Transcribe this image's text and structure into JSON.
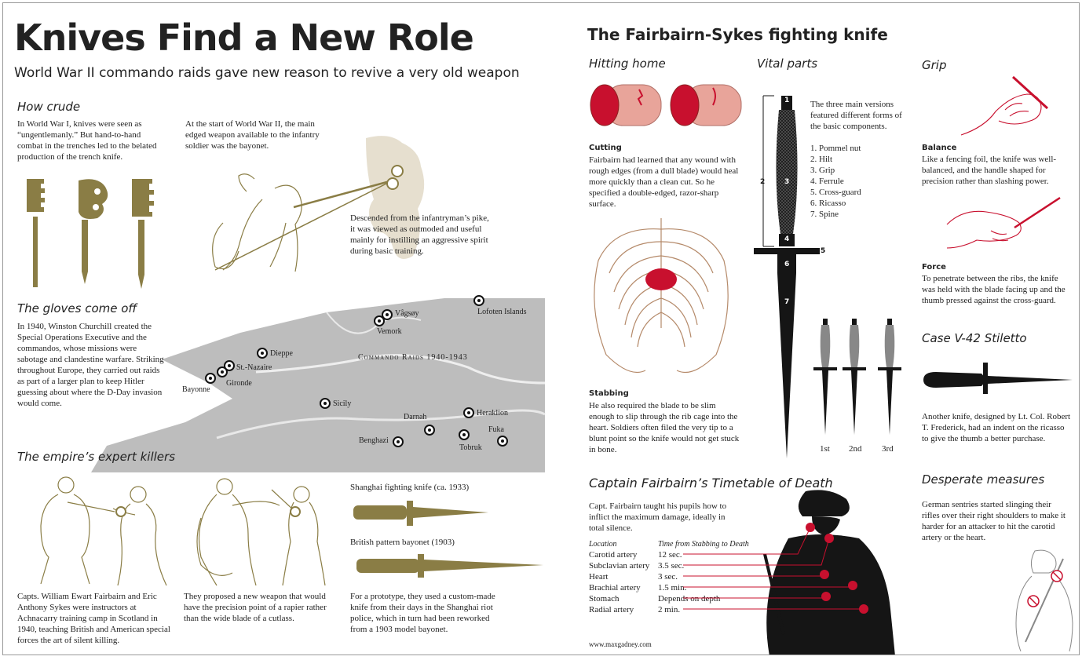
{
  "header": {
    "title": "Knives Find a New Role",
    "subtitle": "World War II commando raids gave new reason to revive a very old weapon"
  },
  "how_crude": {
    "heading": "How crude",
    "text": "In World War I, knives were seen as “ungentlemanly.” But hand-to-hand combat in the trenches led to the belated production of the trench knife.",
    "bayonet_text": "At the start of World War II, the main edged weapon available to the infantry soldier was the bayonet.",
    "pike_text": "Descended from the infantryman’s pike, it was viewed as outmoded and useful mainly for instilling an aggressive spirit during basic training."
  },
  "gloves": {
    "heading": "The gloves come off",
    "text": "In 1940, Winston Churchill created the Special Operations Executive and the commandos, whose missions were sabotage and clandestine warfare. Striking throughout Europe, they carried out raids as part of a larger plan to keep Hitler guessing about where the D-Day invasion would come."
  },
  "map": {
    "title": "Commando Raids 1940-1943",
    "places": [
      "Vågsøy",
      "Vemork",
      "Lofoten Islands",
      "Dieppe",
      "St.-Nazaire",
      "Gironde",
      "Bayonne",
      "Sicily",
      "Darnah",
      "Heraklion",
      "Fuka",
      "Benghazi",
      "Tobruk"
    ]
  },
  "empire": {
    "heading": "The empire’s expert killers",
    "text1": "Capts. William Ewart Fairbairn and Eric Anthony Sykes were instructors at Achnacarry training camp in Scotland in 1940, teaching British and American special forces the art of silent killing.",
    "text2": "They proposed a new weapon that would have the precision point of a rapier rather than the wide blade of a cutlass.",
    "shanghai_label": "Shanghai fighting knife (ca. 1933)",
    "bayonet_label": "British pattern bayonet (1903)",
    "text3": "For a prototype, they used a custom-made knife from their days in the Shanghai riot police, which in turn had been reworked from a 1903 model bayonet."
  },
  "fs": {
    "heading": "The Fairbairn-Sykes fighting knife",
    "hitting_home": "Hitting home",
    "cutting_label": "Cutting",
    "cutting_text": "Fairbairn had learned that any wound with rough edges (from a dull blade) would heal more quickly than a clean cut. So he specified a double-edged, razor-sharp surface.",
    "stabbing_label": "Stabbing",
    "stabbing_text": "He also required the blade to be slim enough to slip through the rib cage into the heart. Soldiers often filed the very tip to a blunt point so the knife would not get stuck in bone.",
    "vital_parts": "Vital parts",
    "vital_intro": "The three main versions featured different forms of the basic components.",
    "parts": [
      "1. Pommel nut",
      "2. Hilt",
      "3. Grip",
      "4. Ferrule",
      "5. Cross-guard",
      "6. Ricasso",
      "7. Spine"
    ],
    "knife_numbers": [
      "1",
      "2",
      "3",
      "4",
      "5",
      "6",
      "7"
    ],
    "versions": [
      "1st",
      "2nd",
      "3rd"
    ],
    "grip": "Grip",
    "balance_label": "Balance",
    "balance_text": "Like a fencing foil, the knife was well-balanced, and the handle shaped for precision rather than slashing power.",
    "force_label": "Force",
    "force_text": "To penetrate between the ribs, the knife was held with the blade facing up and the thumb pressed against the cross-guard.",
    "case_heading": "Case V-42 Stiletto",
    "case_text": "Another knife, designed by Lt. Col. Robert T. Frederick, had an indent on the ricasso to give the thumb a better purchase."
  },
  "timetable": {
    "heading": "Captain Fairbairn’s Timetable of Death",
    "intro": "Capt. Fairbairn taught his pupils how to inflict the maximum damage, ideally in total silence.",
    "col_location": "Location",
    "col_time": "Time from Stabbing to Death",
    "rows": [
      {
        "location": "Carotid artery",
        "time": "12 sec."
      },
      {
        "location": "Subclavian artery",
        "time": "3.5 sec."
      },
      {
        "location": "Heart",
        "time": "3 sec."
      },
      {
        "location": "Brachial artery",
        "time": "1.5 min."
      },
      {
        "location": "Stomach",
        "time": "Depends on depth"
      },
      {
        "location": "Radial artery",
        "time": "2 min."
      }
    ],
    "credit": "www.maxgadney.com"
  },
  "desperate": {
    "heading": "Desperate measures",
    "text": "German sentries started slinging their rifles over their right shoulders to make it harder for an attacker to hit the carotid artery or the heart."
  },
  "colors": {
    "olive": "#8a7d45",
    "map_gray": "#bdbdbd",
    "blood_red": "#c8102e",
    "flesh": "#e8a49a",
    "knife_black": "#151515"
  }
}
